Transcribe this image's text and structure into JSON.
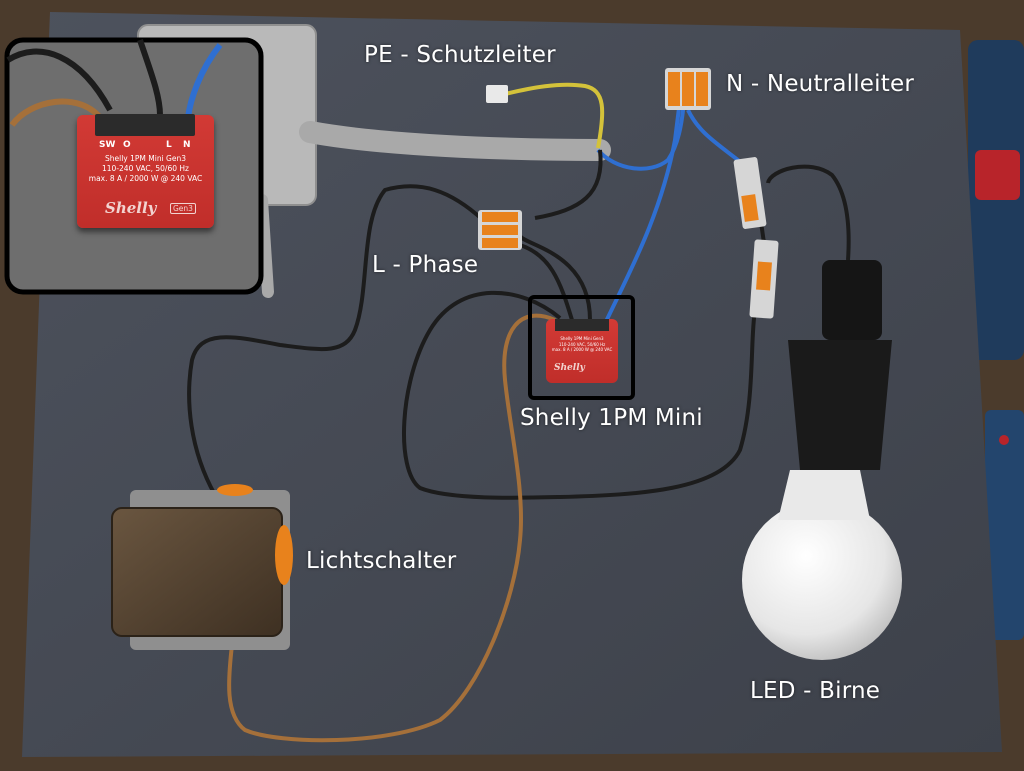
{
  "labels": {
    "pe": "PE - Schutzleiter",
    "n": "N - Neutralleiter",
    "l": "L - Phase",
    "shelly": "Shelly 1PM Mini",
    "switch": "Lichtschalter",
    "led": "LED - Birne"
  },
  "device": {
    "terminals": [
      "SW",
      "O",
      "L",
      "N"
    ],
    "model": "Shelly 1PM Mini Gen3",
    "rating": "110-240 VAC, 50/60 Hz",
    "max": "max. 8 A / 2000 W @ 240 VAC",
    "brand": "Shelly",
    "gen": "Gen3"
  },
  "colors": {
    "board": "#454a54",
    "device": "#c8302c",
    "wire_brown": "#a5703a",
    "wire_blue": "#2f6fd1",
    "wire_black": "#1c1c1c",
    "wire_yellow": "#d4c23a",
    "connector": "#e8821c"
  }
}
